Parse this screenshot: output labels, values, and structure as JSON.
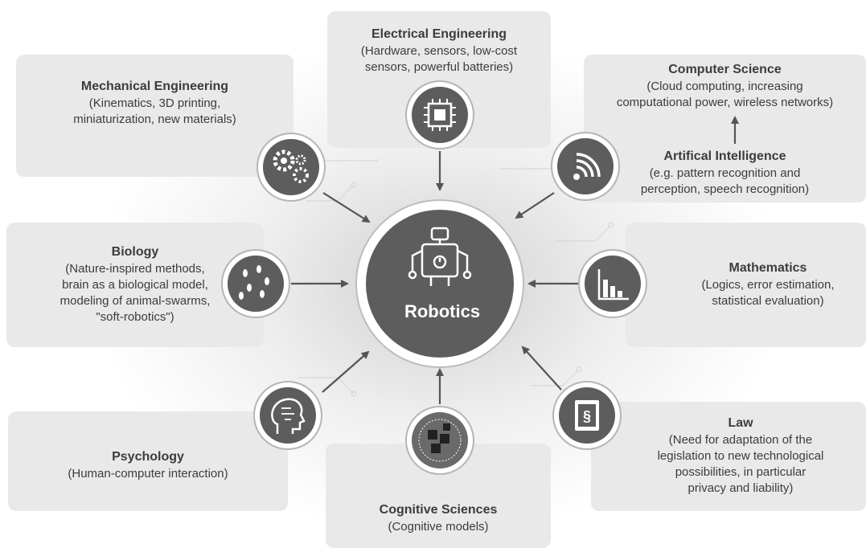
{
  "center": {
    "label": "Robotics",
    "icon": "robot-icon"
  },
  "fields": [
    {
      "id": "mechanical",
      "title": "Mechanical Engineering",
      "description": "(Kinematics, 3D printing,\nminiaturization, new materials)",
      "icon": "gears-icon"
    },
    {
      "id": "electrical",
      "title": "Electrical Engineering",
      "description": "(Hardware, sensors, low-cost\nsensors, powerful batteries)",
      "icon": "chip-icon"
    },
    {
      "id": "computer_science",
      "title": "Computer Science",
      "description": "(Cloud computing, increasing\ncomputational power, wireless networks)",
      "icon": "wireless-icon"
    },
    {
      "id": "ai",
      "title": "Artifical Intelligence",
      "description": "(e.g. pattern recognition and\nperception, speech recognition)"
    },
    {
      "id": "biology",
      "title": "Biology",
      "description": "(Nature-inspired methods,\nbrain as a biological model,\nmodeling of animal-swarms,\n\"soft-robotics\")",
      "icon": "ants-icon"
    },
    {
      "id": "mathematics",
      "title": "Mathematics",
      "description": "(Logics, error estimation,\nstatistical evaluation)",
      "icon": "bar-chart-icon"
    },
    {
      "id": "psychology",
      "title": "Psychology",
      "description": "(Human-computer interaction)",
      "icon": "head-circuit-icon"
    },
    {
      "id": "cognitive",
      "title": "Cognitive Sciences",
      "description": "(Cognitive models)",
      "icon": "puzzle-icon"
    },
    {
      "id": "law",
      "title": "Law",
      "description": "(Need for adaptation of the\nlegislation to new technological\npossibilities, in particular\nprivacy and liability)",
      "icon": "law-book-icon"
    }
  ]
}
